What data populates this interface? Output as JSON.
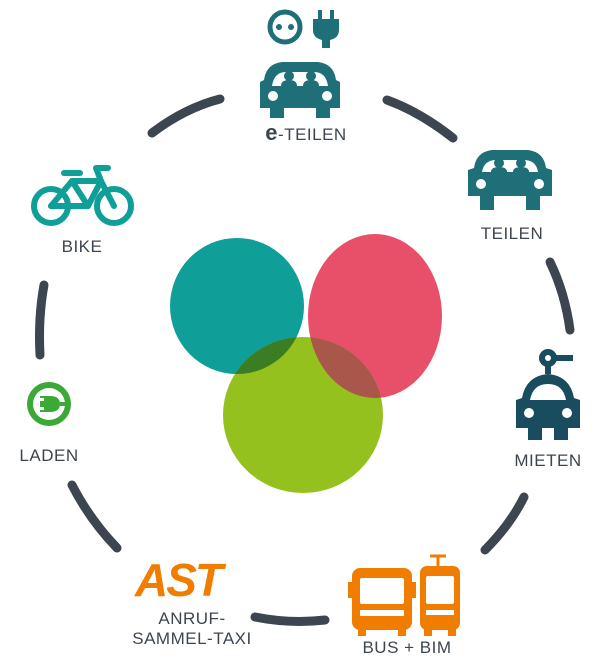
{
  "nodes": {
    "e_teilen": {
      "prefix": "e",
      "text": "-TEILEN"
    },
    "teilen": {
      "label": "TEILEN"
    },
    "mieten": {
      "label": "MIETEN"
    },
    "bus_bim": {
      "label": "BUS + BIM"
    },
    "ast": {
      "logo": "AST",
      "line1": "ANRUF-",
      "line2": "SAMMEL-TAXI"
    },
    "laden": {
      "label": "LADEN"
    },
    "bike": {
      "label": "BIKE"
    }
  },
  "icons": {
    "e_teilen": [
      "power-socket-icon",
      "plug-icon",
      "car-with-passengers-icon"
    ],
    "teilen": "car-with-passengers-icon",
    "mieten": [
      "key-icon",
      "car-icon"
    ],
    "bus_bim": [
      "bus-icon",
      "tram-icon"
    ],
    "laden": "charging-plug-icon",
    "bike": "bicycle-icon"
  },
  "colors": {
    "teal": "#0f9e98",
    "red": "#e8506a",
    "green": "#95c11f",
    "dark_teal": "#1f6f78",
    "navy": "#194c5f",
    "orange": "#f07d00",
    "charge_green": "#3aa935",
    "ring": "#3d4650"
  }
}
